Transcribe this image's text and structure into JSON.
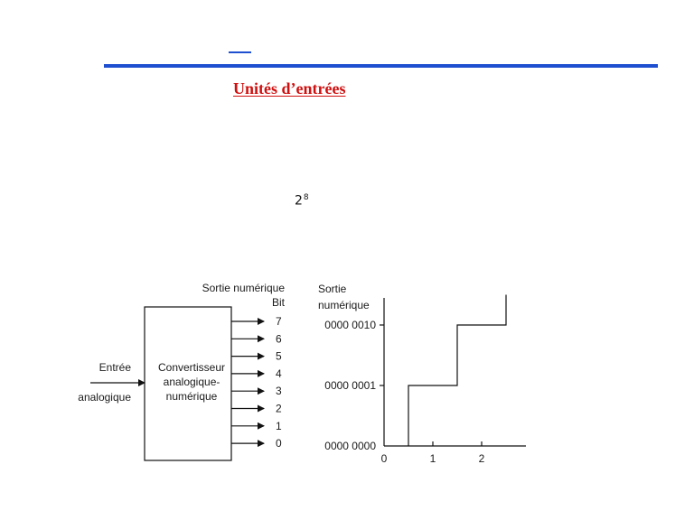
{
  "section": {
    "title": "Unités d’entrées"
  },
  "formula": {
    "base": "2",
    "exponent": "8"
  },
  "converter": {
    "output_header": "Sortie numérique",
    "bit_header": "Bit",
    "input_label_line1": "Entrée",
    "input_label_line2": "analogique",
    "box_label_lines": [
      "Convertisseur",
      "analogique-",
      "numérique"
    ],
    "bits": [
      "7",
      "6",
      "5",
      "4",
      "3",
      "2",
      "1",
      "0"
    ]
  },
  "chart_data": {
    "type": "line",
    "title": "",
    "ylabel_lines": [
      "Sortie",
      "numérique"
    ],
    "xlabel": "",
    "x_ticks": [
      "0",
      "1",
      "2"
    ],
    "y_ticks": [
      "0000 0000",
      "0000 0001",
      "0000 0010"
    ],
    "xlim": [
      0,
      2.8
    ],
    "ylim": [
      0,
      2.5
    ],
    "series": [
      {
        "values": [
          [
            0.5,
            0
          ],
          [
            0.5,
            1
          ],
          [
            1.5,
            1
          ],
          [
            1.5,
            2
          ],
          [
            2.5,
            2
          ],
          [
            2.5,
            2.5
          ]
        ]
      }
    ]
  }
}
